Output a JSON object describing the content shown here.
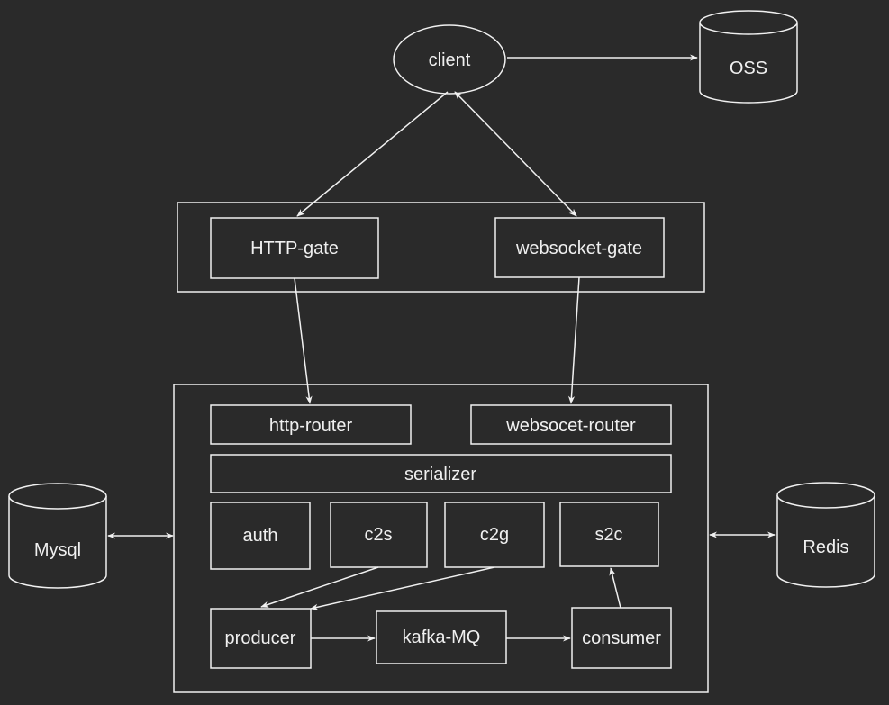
{
  "nodes": {
    "client": "client",
    "oss": "OSS",
    "http_gate": "HTTP-gate",
    "websocket_gate": "websocket-gate",
    "http_router": "http-router",
    "websocket_router": "websocet-router",
    "serializer": "serializer",
    "auth": "auth",
    "c2s": "c2s",
    "c2g": "c2g",
    "s2c": "s2c",
    "producer": "producer",
    "kafka": "kafka-MQ",
    "consumer": "consumer",
    "mysql": "Mysql",
    "redis": "Redis"
  },
  "colors": {
    "background": "#2a2a2a",
    "stroke": "#f0f0f0",
    "text": "#f0f0f0"
  }
}
